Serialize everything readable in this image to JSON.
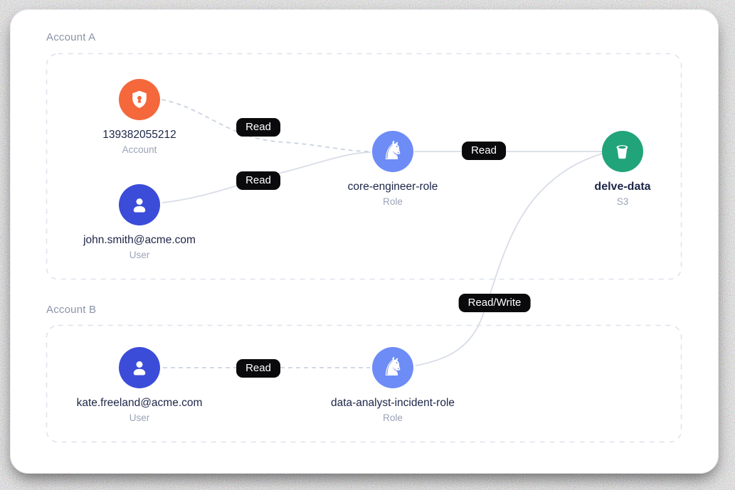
{
  "groups": [
    {
      "label": "Account A"
    },
    {
      "label": "Account B"
    }
  ],
  "nodes": [
    {
      "id": "account-139382055212",
      "title": "139382055212",
      "subtitle": "Account",
      "icon": "shield-lock",
      "color": "#f4683c"
    },
    {
      "id": "user-john",
      "title": "john.smith@acme.com",
      "subtitle": "User",
      "icon": "user",
      "color": "#3b4cd9"
    },
    {
      "id": "role-core-engineer",
      "title": "core-engineer-role",
      "subtitle": "Role",
      "icon": "chess-knight",
      "color": "#6e8cf6"
    },
    {
      "id": "s3-delve-data",
      "title": "delve-data",
      "subtitle": "S3",
      "icon": "bucket",
      "color": "#22a47b"
    },
    {
      "id": "user-kate",
      "title": "kate.freeland@acme.com",
      "subtitle": "User",
      "icon": "user",
      "color": "#3b4cd9"
    },
    {
      "id": "role-data-analyst-incident",
      "title": "data-analyst-incident-role",
      "subtitle": "Role",
      "icon": "chess-knight",
      "color": "#6e8cf6"
    }
  ],
  "edges": [
    {
      "from": "account-139382055212",
      "to": "role-core-engineer",
      "label": "Read",
      "style": "dashed"
    },
    {
      "from": "user-john",
      "to": "role-core-engineer",
      "label": "Read",
      "style": "solid"
    },
    {
      "from": "role-core-engineer",
      "to": "s3-delve-data",
      "label": "Read",
      "style": "solid"
    },
    {
      "from": "user-kate",
      "to": "role-data-analyst-incident",
      "label": "Read",
      "style": "dashed"
    },
    {
      "from": "role-data-analyst-incident",
      "to": "s3-delve-data",
      "label": "Read/Write",
      "style": "solid"
    }
  ],
  "icons": {
    "knight_glyph": "♞"
  },
  "colors": {
    "account_orange": "#f4683c",
    "user_indigo": "#3b4cd9",
    "role_periwinkle": "#6e8cf6",
    "s3_green": "#22a47b",
    "title_text": "#1c2546",
    "subtitle_text": "#9aa3b6",
    "group_label_text": "#8a93a6",
    "edge_solid": "#d8dde7",
    "edge_dashed": "#cbd3e1",
    "group_border": "#dee2ec",
    "pill_bg": "#0a0a0c",
    "pill_text": "#ffffff",
    "card_bg": "#ffffff"
  }
}
